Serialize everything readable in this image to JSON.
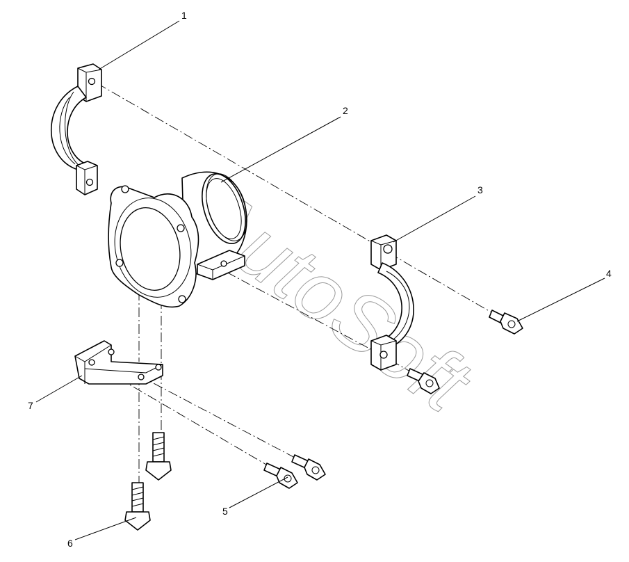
{
  "callouts": [
    {
      "id": "1",
      "label": "1"
    },
    {
      "id": "2",
      "label": "2"
    },
    {
      "id": "3",
      "label": "3"
    },
    {
      "id": "4",
      "label": "4"
    },
    {
      "id": "5",
      "label": "5"
    },
    {
      "id": "6",
      "label": "6"
    },
    {
      "id": "7",
      "label": "7"
    }
  ],
  "watermark": {
    "text": "AutoSoft",
    "color": "#9a9a9a"
  }
}
